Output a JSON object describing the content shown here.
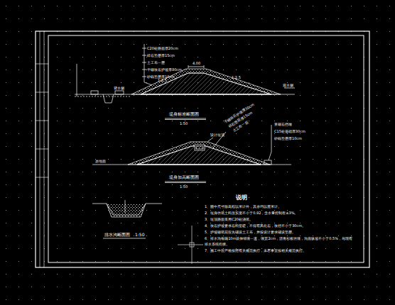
{
  "diagram": {
    "labels": [
      "C20砼路面厚20cm",
      "碎石垫层厚15cm",
      "土工布一层",
      "干砌块石护坡厚30cm",
      "砂砾垫层厚10cm",
      "4.00",
      "1:2.5",
      "1:2.5",
      "背水侧",
      "迎水侧",
      "堤身标准断面图",
      "1:50",
      "设计堤顶",
      "干砌块石护坡厚30cm",
      "碎石垫层厚15cm",
      "土工布一层",
      "浆砌石挡墙",
      "C15砼基础厚30cm",
      "砂砾垫层厚10cm",
      "原地面",
      "堤身加高断面图",
      "1:50",
      "排水沟断面图",
      "1:50",
      "说明",
      "1、图中尺寸除高程以米计外，其余均以厘米计。",
      "2、堤身填筑土料压实度不小于0.92，含水量控制在±3%。",
      "3、堤顶路面采用C20砼浇筑。",
      "4、块石护坡要求石料坚硬，不得有风化石，块径不小于30cm。",
      "5、护坡砌筑前应先铺设土工布，并按设计要求铺设垫层。",
      "6、排水沟每隔10m设伸缩缝一道，缝宽2cm，沥青杉板填缝，沟底纵坡不小于0.5%，与现有排水系统衔接。",
      "7、施工中应严格按照有关规范执行，未尽事宜按相关规范执行。"
    ]
  }
}
